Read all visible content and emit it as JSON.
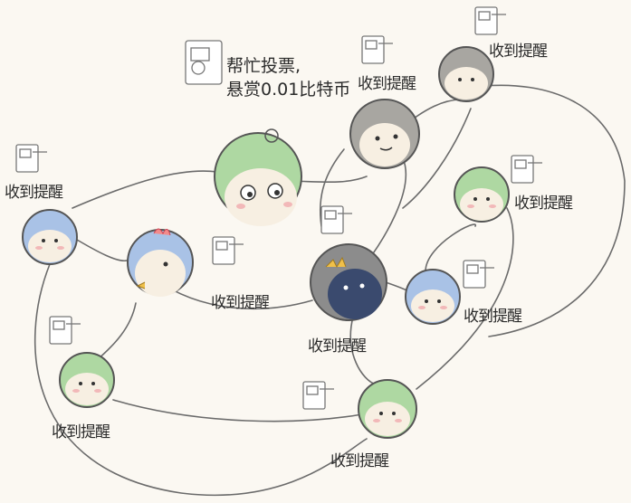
{
  "center_message": {
    "line1": "帮忙投票,",
    "line2": "悬赏0.01比特币"
  },
  "notification_label": "收到提醒",
  "colors": {
    "green": "#aed8a2",
    "blue": "#a9c2e6",
    "gray": "#a8a6a1",
    "dark_gray": "#8c8c8c",
    "face": "#f7efe2",
    "line": "#6b6b6b",
    "background": "#fbf8f2"
  },
  "nodes": [
    {
      "name": "center-green-character",
      "color": "green"
    },
    {
      "name": "gray-character-top",
      "color": "gray"
    },
    {
      "name": "gray-character-topright",
      "color": "gray"
    },
    {
      "name": "blue-character-left",
      "color": "blue"
    },
    {
      "name": "blue-chick-character",
      "color": "blue"
    },
    {
      "name": "dark-penguin-character",
      "color": "dark_gray"
    },
    {
      "name": "green-character-right",
      "color": "green"
    },
    {
      "name": "blue-character-right",
      "color": "blue"
    },
    {
      "name": "green-character-bottomleft",
      "color": "green"
    },
    {
      "name": "green-character-bottomright",
      "color": "green"
    }
  ]
}
